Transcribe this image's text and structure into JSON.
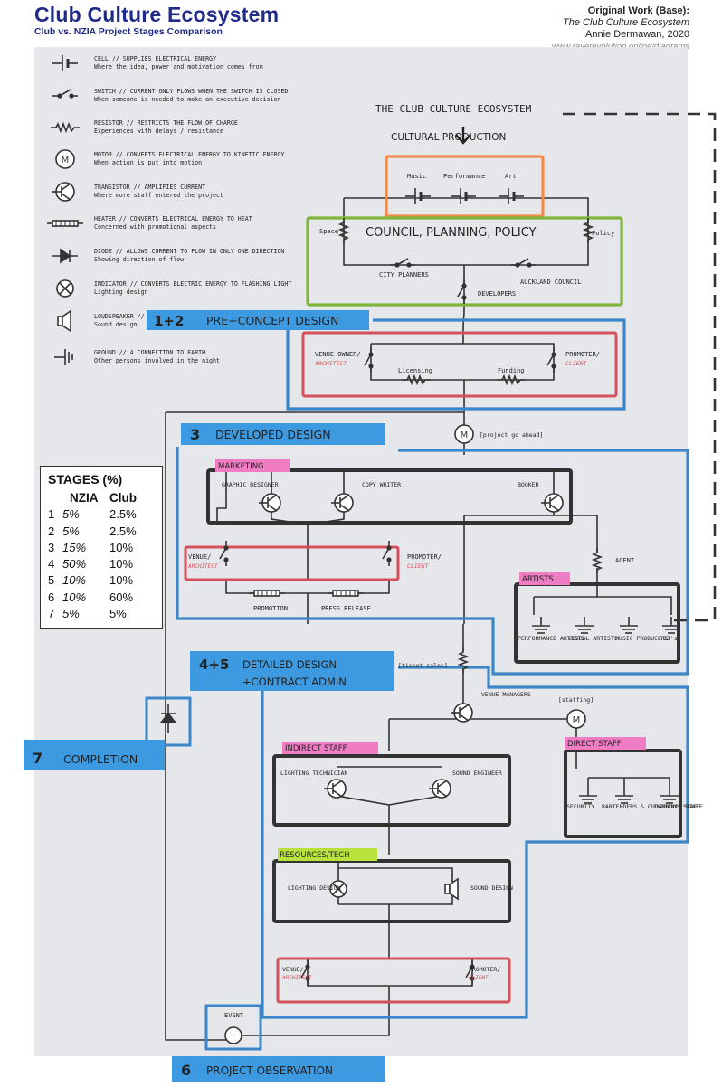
{
  "header": {
    "title": "Club Culture Ecosystem",
    "subtitle": "Club vs. NZIA Project Stages Comparison",
    "credit_label": "Original Work (Base):",
    "credit_work": "The Club Culture Ecosystem",
    "credit_author": "Annie Dermawan, 2020",
    "credit_url": "www.raverevolution.online/diagrams"
  },
  "legend": [
    {
      "icon": "cell-symbol-icon",
      "title": "CELL // SUPPLIES ELECTRICAL ENERGY",
      "desc": "Where the idea, power and motivation comes from"
    },
    {
      "icon": "switch-symbol-icon",
      "title": "SWITCH // CURRENT ONLY FLOWS WHEN THE SWITCH IS CLOSED",
      "desc": "When someone is needed to make an executive decision"
    },
    {
      "icon": "resistor-symbol-icon",
      "title": "RESISTOR // RESTRICTS THE FLOW OF CHARGE",
      "desc": "Experiences with delays / resistance"
    },
    {
      "icon": "motor-symbol-icon",
      "title": "MOTOR // CONVERTS ELECTRICAL ENERGY TO KINETIC ENERGY",
      "desc": "When action is put into motion"
    },
    {
      "icon": "transistor-symbol-icon",
      "title": "TRANSISTOR // AMPLIFIES CURRENT",
      "desc": "Where more staff entered the project"
    },
    {
      "icon": "heater-symbol-icon",
      "title": "HEATER // CONVERTS ELECTRICAL ENERGY TO HEAT",
      "desc": "Concerned with promotional aspects"
    },
    {
      "icon": "diode-symbol-icon",
      "title": "DIODE // ALLOWS CURRENT TO FLOW IN ONLY ONE DIRECTION",
      "desc": "Showing direction of flow"
    },
    {
      "icon": "indicator-symbol-icon",
      "title": "INDICATOR // CONVERTS ELECTRIC ENERGY TO FLASHING LIGHT",
      "desc": "Lighting design"
    },
    {
      "icon": "loudspeaker-symbol-icon",
      "title": "LOUDSPEAKER //",
      "desc": "Sound design"
    },
    {
      "icon": "ground-symbol-icon",
      "title": "GROUND // A CONNECTION TO EARTH",
      "desc": "Other persons involved in the night"
    }
  ],
  "stages": {
    "title": "STAGES (%)",
    "col_nzia": "NZIA",
    "col_club": "Club",
    "rows": [
      {
        "n": "1",
        "nzia": "5%",
        "club": "2.5%"
      },
      {
        "n": "2",
        "nzia": "5%",
        "club": "2.5%"
      },
      {
        "n": "3",
        "nzia": "15%",
        "club": "10%"
      },
      {
        "n": "4",
        "nzia": "50%",
        "club": "10%"
      },
      {
        "n": "5",
        "nzia": "10%",
        "club": "10%"
      },
      {
        "n": "6",
        "nzia": "10%",
        "club": "60%"
      },
      {
        "n": "7",
        "nzia": "5%",
        "club": "5%"
      }
    ]
  },
  "diagram": {
    "title": "THE CLUB CULTURE ECOSYSTEM",
    "cultural_production": "CULTURAL PRODUCTION",
    "music": "Music",
    "performance": "Performance",
    "art": "Art",
    "council": "COUNCIL, PLANNING, POLICY",
    "space": "Space",
    "policy": "Policy",
    "city_planners": "CITY PLANNERS",
    "auckland_council": "AUCKLAND COUNCIL",
    "developers": "DEVELOPERS",
    "venue_owner": "VENUE OWNER/",
    "architect": "ARCHITECT",
    "promoter": "PROMOTER/",
    "client": "CLIENT",
    "licensing": "Licensing",
    "funding": "Funding",
    "project_go_ahead": "[project go ahead]",
    "marketing": "MARKETING",
    "graphic_designer": "GRAPHIC DESIGNER",
    "copy_writer": "COPY WRITER",
    "booker": "BOOKER",
    "venue": "VENUE/",
    "agent": "AGENT",
    "artists": "ARTISTS",
    "promotion": "PROMOTION",
    "press_release": "PRESS RELEASE",
    "performance_artists": "PERFORMANCE ARTISTS",
    "visual_artists": "VISUAL ARTISTS",
    "music_producers": "MUSIC PRODUCERS",
    "djs": "DJ's",
    "ticket_sales": "[ticket sales]",
    "venue_managers": "VENUE MANAGERS",
    "staffing": "[staffing]",
    "indirect_staff": "INDIRECT STAFF",
    "direct_staff": "DIRECT STAFF",
    "lighting_technician": "LIGHTING TECHNICIAN",
    "sound_engineer": "SOUND ENGINEER",
    "security": "SECURITY",
    "bartenders": "BARTENDERS & CLOAKROOM STAFF",
    "entrance_staff": "ENTRANCE STAFF",
    "resources_tech": "RESOURCES/TECH",
    "lighting_design": "LIGHTING DESIGN",
    "sound_design": "SOUND DESIGN",
    "venue2": "VENUE/",
    "promoter2": "PROMOTER/",
    "event": "EVENT"
  },
  "stage_labels": {
    "s12": "1+2",
    "s12_text": "PRE+CONCEPT DESIGN",
    "s3": "3",
    "s3_text": "DEVELOPED DESIGN",
    "s45": "4+5",
    "s45_text_a": "DETAILED DESIGN",
    "s45_text_b": "+CONTRACT ADMIN",
    "s7": "7",
    "s7_text": "COMPLETION",
    "s6": "6",
    "s6_text": "PROJECT OBSERVATION"
  },
  "colors": {
    "header_blue": "#1f2a8a",
    "stage_blue": "#3a86c8",
    "highlight_blue": "#3d9ae0",
    "orange": "#f28a4a",
    "green": "#7fb53a",
    "red": "#d4515c",
    "pink": "#f07cc4",
    "lime": "#b8e33c",
    "ink": "#333333"
  }
}
